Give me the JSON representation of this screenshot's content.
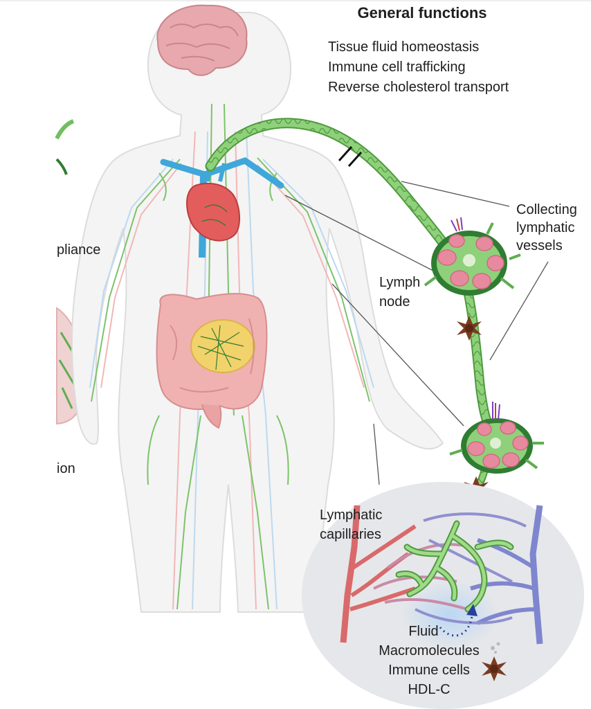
{
  "general_functions": {
    "title": "General functions",
    "items": [
      "Tissue fluid homeostasis",
      "Immune cell trafficking",
      "Reverse cholesterol transport"
    ]
  },
  "labels": {
    "collecting_vessels": [
      "Collecting",
      "lymphatic",
      "vessels"
    ],
    "lymph_node": [
      "Lymph",
      "node"
    ],
    "lymphatic_capillaries": [
      "Lymphatic",
      "capillaries"
    ],
    "left_cut_1": "pliance",
    "left_cut_2": "ion"
  },
  "capillary_contents": [
    "Fluid",
    "Macromolecules",
    "Immune cells",
    "HDL-C"
  ],
  "colors": {
    "lymph_green": "#7cc36a",
    "lymph_dark": "#2f7d32",
    "artery_red": "#d9696b",
    "vein_blue": "#7f86cf",
    "node_pink": "#e78aa0",
    "body_fill": "#f3f3f3",
    "capillary_bg": "#e6e7ea",
    "heart_red": "#e35d5d",
    "vena_blue": "#3fa7d9",
    "immune_cell_brown": "#7a3b22"
  }
}
